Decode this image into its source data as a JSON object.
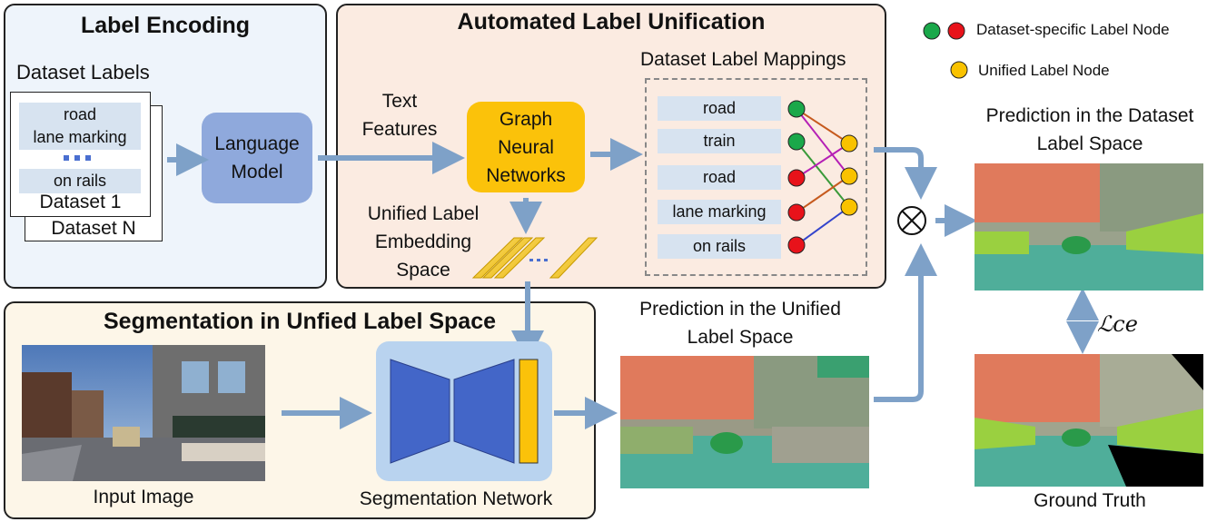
{
  "label_encoding": {
    "title": "Label Encoding",
    "dataset_labels_heading": "Dataset Labels",
    "labels": [
      "road",
      "lane marking",
      "on rails"
    ],
    "dataset_1": "Dataset 1",
    "dataset_n": "Dataset N",
    "language_model": "Language Model"
  },
  "automated_unification": {
    "title": "Automated Label Unification",
    "text_features": "Text Features",
    "gnn": "Graph Neural Networks",
    "mappings_heading": "Dataset Label Mappings",
    "mapping_labels": [
      "road",
      "train",
      "road",
      "lane marking",
      "on rails"
    ],
    "embedding_space": "Unified Label Embedding Space"
  },
  "legend": {
    "specific_node": "Dataset-specific Label Node",
    "unified_node": "Unified Label Node"
  },
  "segmentation": {
    "title": "Segmentation in Unfied Label Space",
    "input_image": "Input Image",
    "network": "Segmentation Network",
    "pred_unified": "Prediction in the Unified Label Space"
  },
  "right": {
    "pred_dataset": "Prediction in the Dataset Label Space",
    "ground_truth": "Ground Truth",
    "loss": "ℒce",
    "combine_symbol": "⊗"
  },
  "colors": {
    "green_node": "#1aa84a",
    "red_node": "#e8121a",
    "yellow_node": "#f9c200",
    "lm_box": "#8fa9dc",
    "gnn_box": "#fbc20a",
    "arrow": "#7ea1c8",
    "panel_blue": "#eef4fb",
    "panel_orange": "#fbebe1",
    "panel_yellow": "#fdf6e8"
  }
}
